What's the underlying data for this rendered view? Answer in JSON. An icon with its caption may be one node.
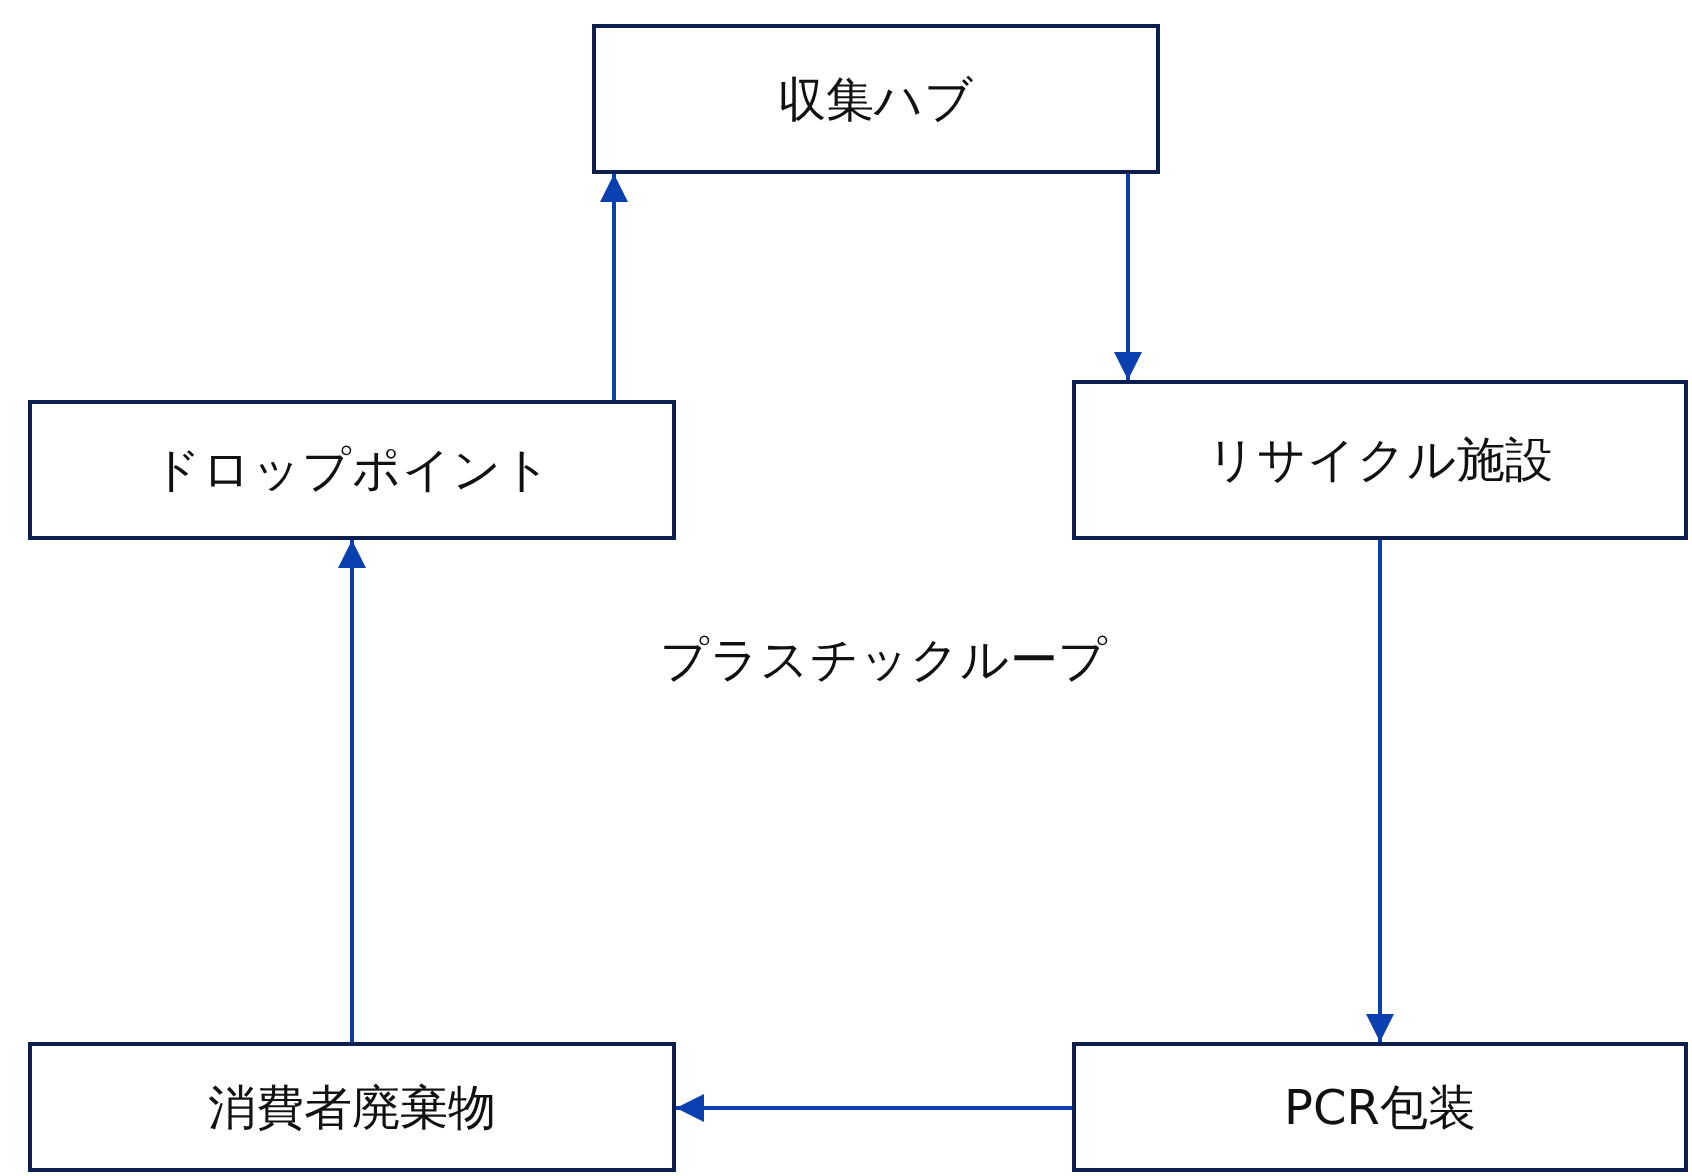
{
  "diagram": {
    "nodes": [
      {
        "text": [
          "収集ハブ"
        ]
      },
      {
        "text": [
          "リサイクル施設"
        ]
      },
      {
        "text": [
          "PCR包装"
        ]
      },
      {
        "text": [
          "消費者廃棄物"
        ]
      },
      {
        "text": [
          "ドロップポイント"
        ]
      }
    ],
    "edges": [
      {
        "from": 0,
        "to": 1,
        "arrow": "to"
      },
      {
        "from": 1,
        "to": 2,
        "arrow": "to"
      },
      {
        "from": 2,
        "to": 3,
        "arrow": "to"
      },
      {
        "from": 3,
        "to": 4,
        "arrow": "to"
      },
      {
        "from": 4,
        "to": 0,
        "arrow": "to"
      }
    ],
    "labels": [
      "プラスチックループ"
    ]
  }
}
